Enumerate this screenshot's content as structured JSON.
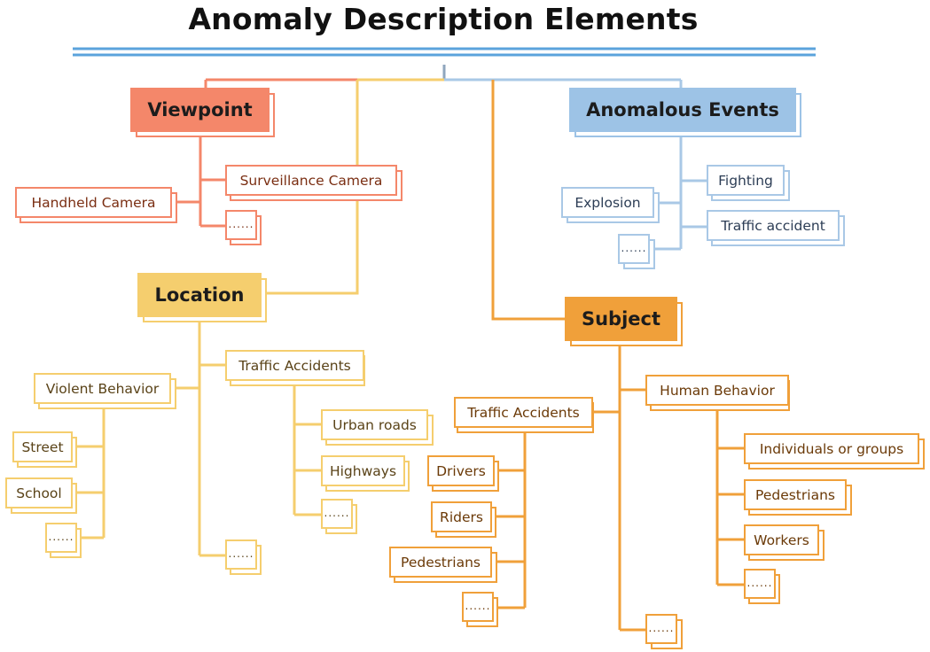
{
  "title": "Anomaly Description Elements",
  "colors": {
    "viewpoint": "#F4876A",
    "location": "#F5CE6E",
    "events": "#9DC3E6",
    "subject": "#F0A03A",
    "title_rule": "#5BA3DC"
  },
  "viewpoint": {
    "label": "Viewpoint",
    "items": [
      "Surveillance Camera",
      "Handheld Camera",
      "......"
    ]
  },
  "events": {
    "label": "Anomalous Events",
    "items": [
      "Fighting",
      "Explosion",
      "Traffic accident",
      "......"
    ]
  },
  "location": {
    "label": "Location",
    "traffic": {
      "label": "Traffic Accidents",
      "items": [
        "Urban roads",
        "Highways",
        "......"
      ]
    },
    "violent": {
      "label": "Violent Behavior",
      "items": [
        "Street",
        "School",
        "......"
      ]
    },
    "more": "......"
  },
  "subject": {
    "label": "Subject",
    "human": {
      "label": "Human Behavior",
      "items": [
        "Individuals or groups",
        "Pedestrians",
        "Workers",
        "......"
      ]
    },
    "traffic": {
      "label": "Traffic Accidents",
      "items": [
        "Drivers",
        "Riders",
        "Pedestrians",
        "......"
      ]
    },
    "more": "......"
  }
}
